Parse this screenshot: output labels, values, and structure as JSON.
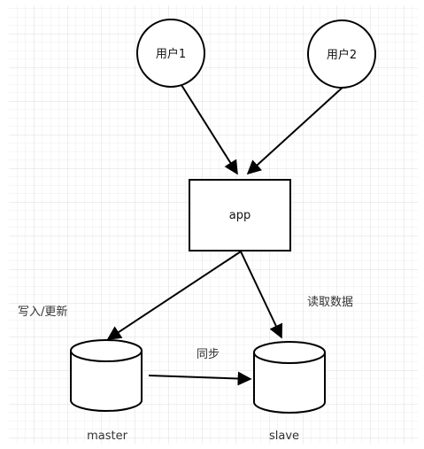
{
  "diagram": {
    "nodes": {
      "user1": {
        "label": "用户1"
      },
      "user2": {
        "label": "用户2"
      },
      "app": {
        "label": "app"
      },
      "master": {
        "label": "master"
      },
      "slave": {
        "label": "slave"
      }
    },
    "edge_labels": {
      "write": "写入/更新",
      "read": "读取数据",
      "sync": "同步"
    }
  }
}
